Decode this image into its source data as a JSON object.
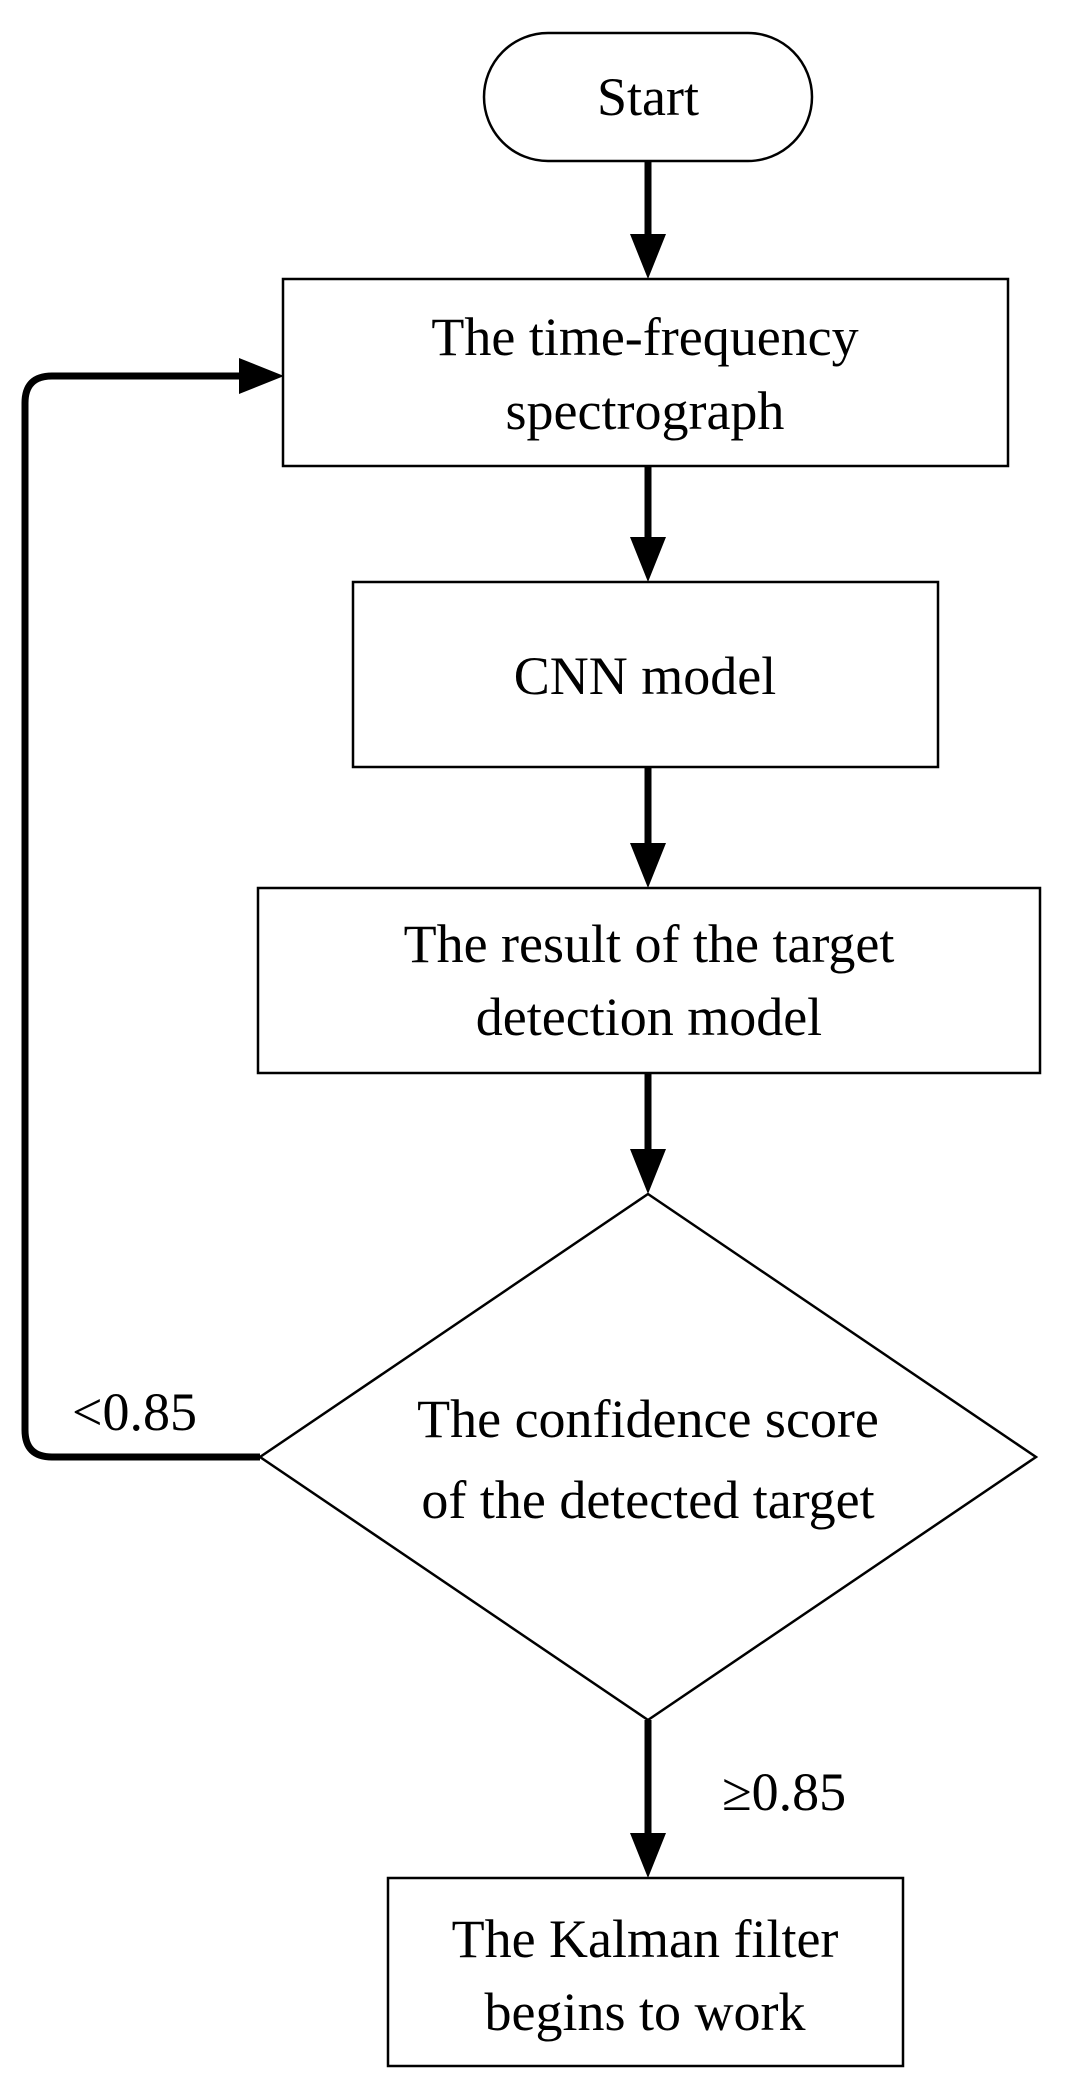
{
  "nodes": {
    "start": "Start",
    "spectrograph": [
      "The time-frequency",
      "spectrograph"
    ],
    "cnn": "CNN model",
    "result": [
      "The result of the target",
      "detection model"
    ],
    "decision": [
      "The confidence score",
      "of the detected target"
    ],
    "kalman": [
      "The Kalman filter",
      "begins to work"
    ]
  },
  "edges": {
    "loop_condition": "<0.85",
    "pass_condition": "≥0.85"
  }
}
